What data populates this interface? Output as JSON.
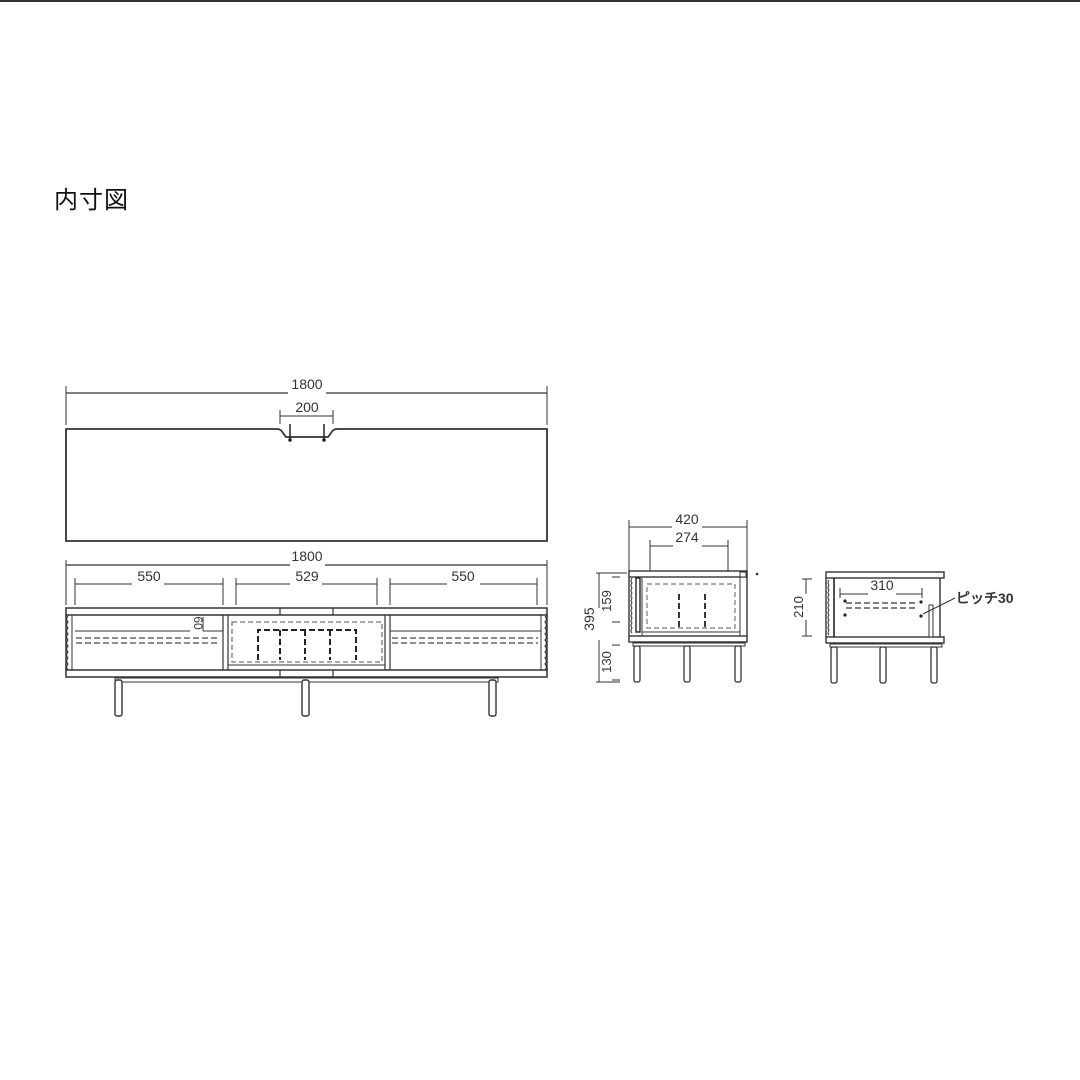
{
  "page": {
    "title": "内寸図"
  },
  "colors": {
    "line": "#3a3a3a",
    "dashed": "#666666",
    "background": "#ffffff"
  },
  "top_view": {
    "overall_width": "1800",
    "cable_notch_width": "200"
  },
  "front_view": {
    "overall_width": "1800",
    "left_compartment_width": "550",
    "center_compartment_width": "529",
    "right_compartment_width": "550",
    "shelf_offset": "60"
  },
  "side_view_center": {
    "overall_depth": "420",
    "inner_depth": "274",
    "overall_height": "395",
    "inner_height": "159",
    "leg_height": "130"
  },
  "side_view_end": {
    "inner_depth": "310",
    "inner_height": "210",
    "shelf_pitch_label": "ピッチ30"
  }
}
